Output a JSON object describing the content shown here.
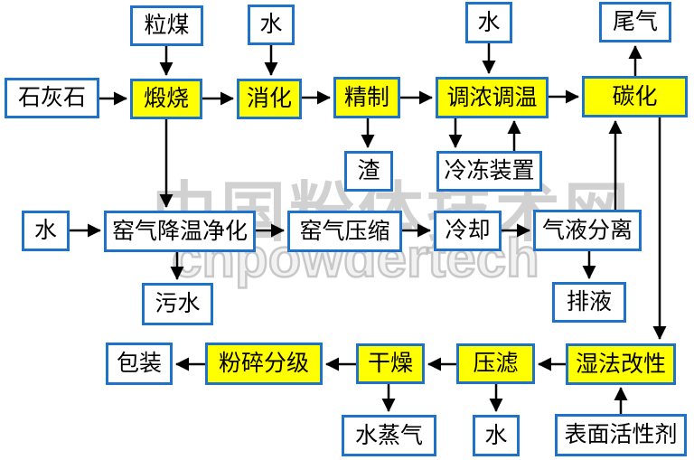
{
  "diagram": {
    "description": "轻质碳酸钙生产工艺流程图",
    "type": "flowchart"
  },
  "watermark": {
    "line1": "中国粉体技术网",
    "line2": "cnpowdertech"
  },
  "colors": {
    "box_border": "#1E73C8",
    "process_fill": "#FFFF00",
    "io_fill": "#FFFFFF",
    "arrow": "#000000",
    "text": "#000000",
    "watermark": "#999999"
  },
  "nodes": {
    "granular_coal": {
      "label": "粒煤",
      "type": "input"
    },
    "water_to_digestion": {
      "label": "水",
      "type": "input"
    },
    "water_to_adjust": {
      "label": "水",
      "type": "input"
    },
    "tail_gas": {
      "label": "尾气",
      "type": "output"
    },
    "limestone": {
      "label": "石灰石",
      "type": "input"
    },
    "calcination": {
      "label": "煅烧",
      "type": "process"
    },
    "digestion": {
      "label": "消化",
      "type": "process"
    },
    "refining": {
      "label": "精制",
      "type": "process"
    },
    "concentration_temperature_adjustment": {
      "label": "调浓调温",
      "type": "process"
    },
    "carbonization": {
      "label": "碳化",
      "type": "process"
    },
    "slag": {
      "label": "渣",
      "type": "output"
    },
    "freezing_device": {
      "label": "冷冻装置",
      "type": "equipment"
    },
    "water_to_kiln_gas": {
      "label": "水",
      "type": "input"
    },
    "kiln_gas_cooling_purification": {
      "label": "窑气降温净化",
      "type": "step"
    },
    "kiln_gas_compression": {
      "label": "窑气压缩",
      "type": "step"
    },
    "cooling": {
      "label": "冷却",
      "type": "step"
    },
    "gas_liquid_separation": {
      "label": "气液分离",
      "type": "step"
    },
    "sewage": {
      "label": "污水",
      "type": "output"
    },
    "drain_liquid": {
      "label": "排液",
      "type": "output"
    },
    "packaging": {
      "label": "包装",
      "type": "output"
    },
    "crushing_classification": {
      "label": "粉碎分级",
      "type": "process"
    },
    "drying": {
      "label": "干燥",
      "type": "process"
    },
    "press_filtration": {
      "label": "压滤",
      "type": "process"
    },
    "wet_modification": {
      "label": "湿法改性",
      "type": "process"
    },
    "water_vapor": {
      "label": "水蒸气",
      "type": "output"
    },
    "water_from_filtration": {
      "label": "水",
      "type": "output"
    },
    "surfactant": {
      "label": "表面活性剂",
      "type": "input"
    }
  },
  "edges": [
    {
      "from": "granular_coal",
      "to": "calcination"
    },
    {
      "from": "water_to_digestion",
      "to": "digestion"
    },
    {
      "from": "water_to_adjust",
      "to": "concentration_temperature_adjustment"
    },
    {
      "from": "carbonization",
      "to": "tail_gas"
    },
    {
      "from": "limestone",
      "to": "calcination"
    },
    {
      "from": "calcination",
      "to": "digestion"
    },
    {
      "from": "digestion",
      "to": "refining"
    },
    {
      "from": "refining",
      "to": "concentration_temperature_adjustment"
    },
    {
      "from": "concentration_temperature_adjustment",
      "to": "carbonization"
    },
    {
      "from": "refining",
      "to": "slag"
    },
    {
      "from": "concentration_temperature_adjustment",
      "to": "freezing_device"
    },
    {
      "from": "freezing_device",
      "to": "concentration_temperature_adjustment"
    },
    {
      "from": "calcination",
      "to": "kiln_gas_cooling_purification"
    },
    {
      "from": "water_to_kiln_gas",
      "to": "kiln_gas_cooling_purification"
    },
    {
      "from": "kiln_gas_cooling_purification",
      "to": "kiln_gas_compression"
    },
    {
      "from": "kiln_gas_compression",
      "to": "cooling"
    },
    {
      "from": "cooling",
      "to": "gas_liquid_separation"
    },
    {
      "from": "gas_liquid_separation",
      "to": "carbonization"
    },
    {
      "from": "kiln_gas_cooling_purification",
      "to": "sewage"
    },
    {
      "from": "gas_liquid_separation",
      "to": "drain_liquid"
    },
    {
      "from": "carbonization",
      "to": "wet_modification"
    },
    {
      "from": "wet_modification",
      "to": "press_filtration"
    },
    {
      "from": "press_filtration",
      "to": "drying"
    },
    {
      "from": "drying",
      "to": "crushing_classification"
    },
    {
      "from": "crushing_classification",
      "to": "packaging"
    },
    {
      "from": "drying",
      "to": "water_vapor"
    },
    {
      "from": "press_filtration",
      "to": "water_from_filtration"
    },
    {
      "from": "surfactant",
      "to": "wet_modification"
    }
  ]
}
